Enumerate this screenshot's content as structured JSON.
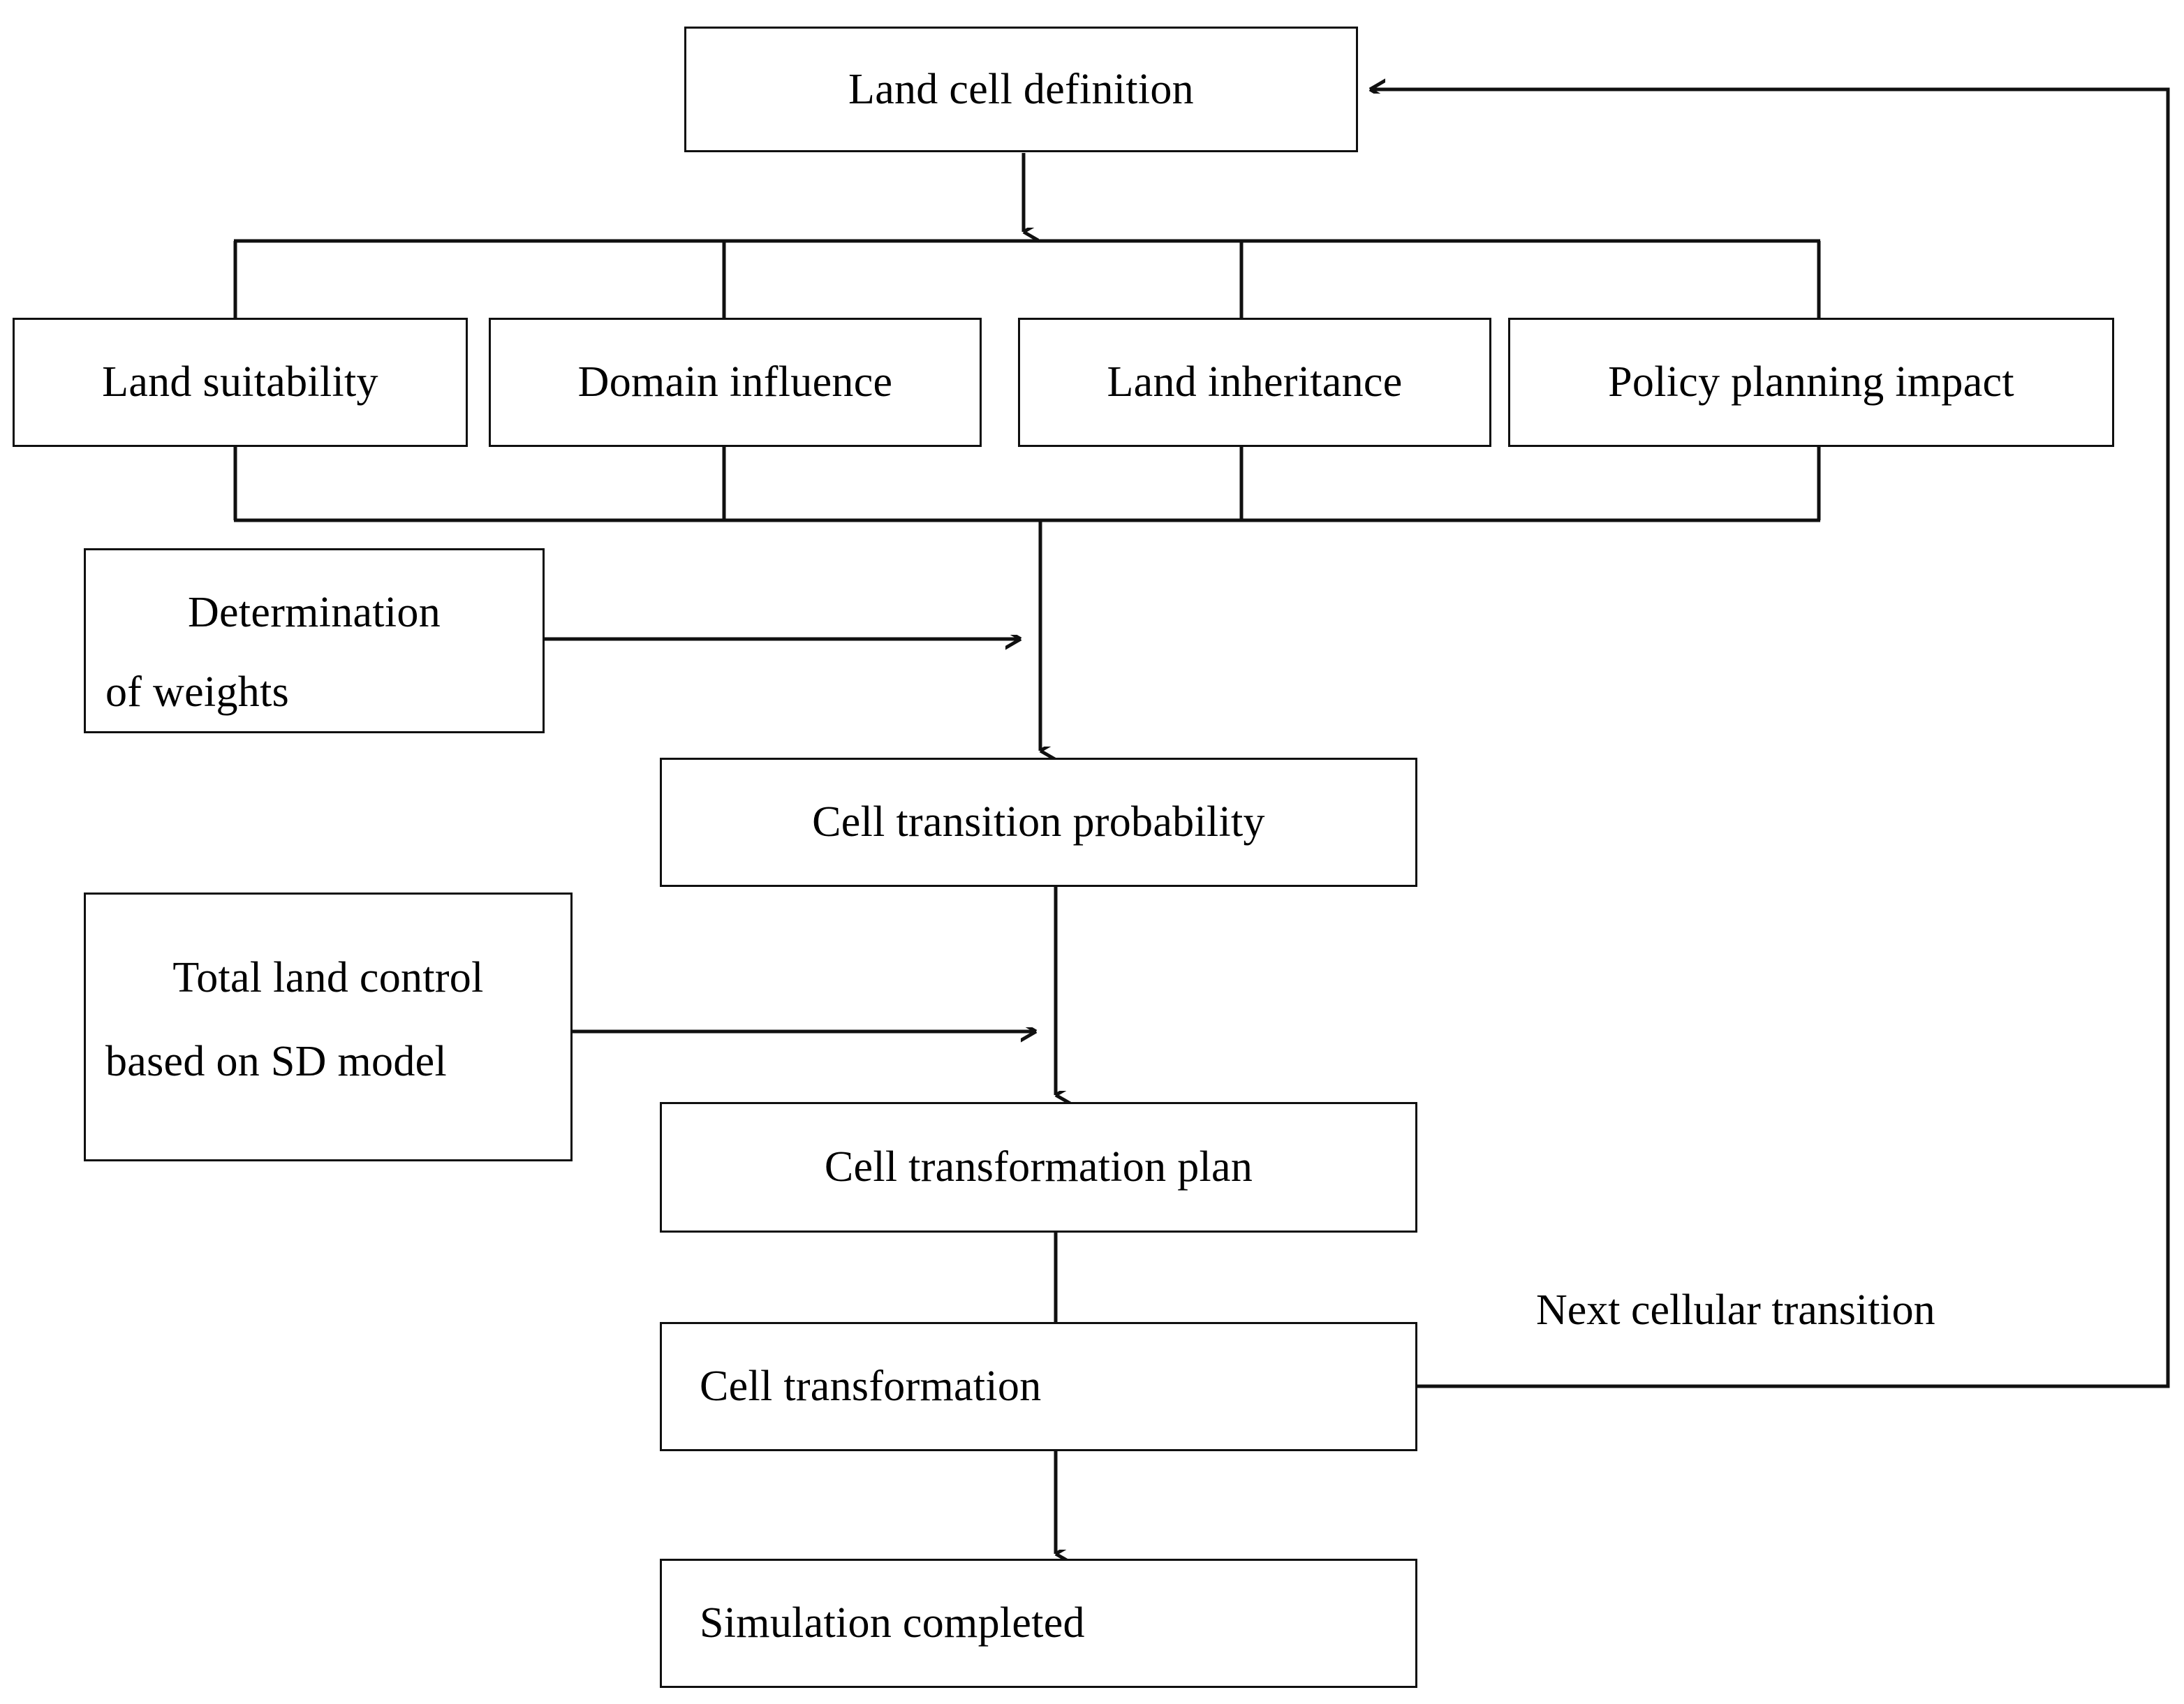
{
  "diagram": {
    "title_text": "Land cell definition",
    "nodes": {
      "land_cell_definition": {
        "label": "Land cell definition"
      },
      "land_suitability": {
        "label": "Land suitability"
      },
      "domain_influence": {
        "label": "Domain influence"
      },
      "land_inheritance": {
        "label": "Land inheritance"
      },
      "policy_planning_impact": {
        "label": "Policy planning impact"
      },
      "determination_of_weights": {
        "line1": "Determination",
        "line2": "of weights"
      },
      "total_land_control": {
        "line1": "Total land control",
        "line2": "based on SD model"
      },
      "cell_transition_probability": {
        "label": "Cell transition probability"
      },
      "cell_transformation_plan": {
        "label": "Cell transformation plan"
      },
      "cell_transformation": {
        "label": "Cell transformation"
      },
      "simulation_completed": {
        "label": "Simulation completed"
      }
    },
    "edge_labels": {
      "next_cellular_transition": "Next cellular transition"
    },
    "colors": {
      "stroke": "#101010",
      "background": "#ffffff",
      "text": "#000000"
    }
  }
}
